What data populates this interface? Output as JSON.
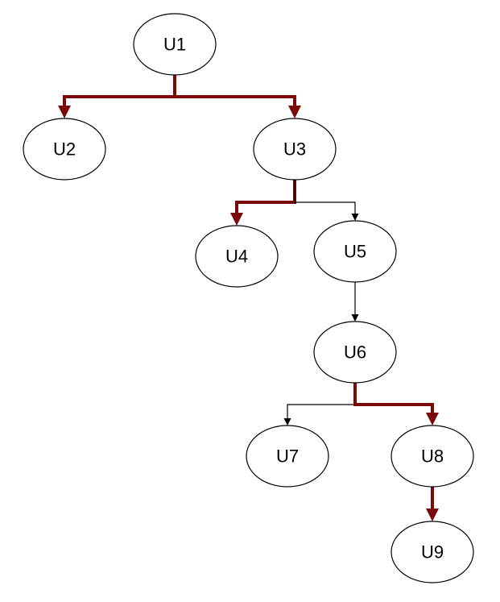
{
  "colors": {
    "highlight_edge": "#7a0a0a",
    "normal_edge": "#000000",
    "node_border": "#000000",
    "node_fill": "#ffffff",
    "background": "#ffffff"
  },
  "nodes": [
    {
      "id": "U1",
      "label": "U1"
    },
    {
      "id": "U2",
      "label": "U2"
    },
    {
      "id": "U3",
      "label": "U3"
    },
    {
      "id": "U4",
      "label": "U4"
    },
    {
      "id": "U5",
      "label": "U5"
    },
    {
      "id": "U6",
      "label": "U6"
    },
    {
      "id": "U7",
      "label": "U7"
    },
    {
      "id": "U8",
      "label": "U8"
    },
    {
      "id": "U9",
      "label": "U9"
    }
  ],
  "edges": [
    {
      "from": "U1",
      "to": "U2",
      "highlighted": true
    },
    {
      "from": "U1",
      "to": "U3",
      "highlighted": true
    },
    {
      "from": "U3",
      "to": "U4",
      "highlighted": true
    },
    {
      "from": "U3",
      "to": "U5",
      "highlighted": false
    },
    {
      "from": "U5",
      "to": "U6",
      "highlighted": false
    },
    {
      "from": "U6",
      "to": "U7",
      "highlighted": false
    },
    {
      "from": "U6",
      "to": "U8",
      "highlighted": true
    },
    {
      "from": "U8",
      "to": "U9",
      "highlighted": true
    }
  ]
}
